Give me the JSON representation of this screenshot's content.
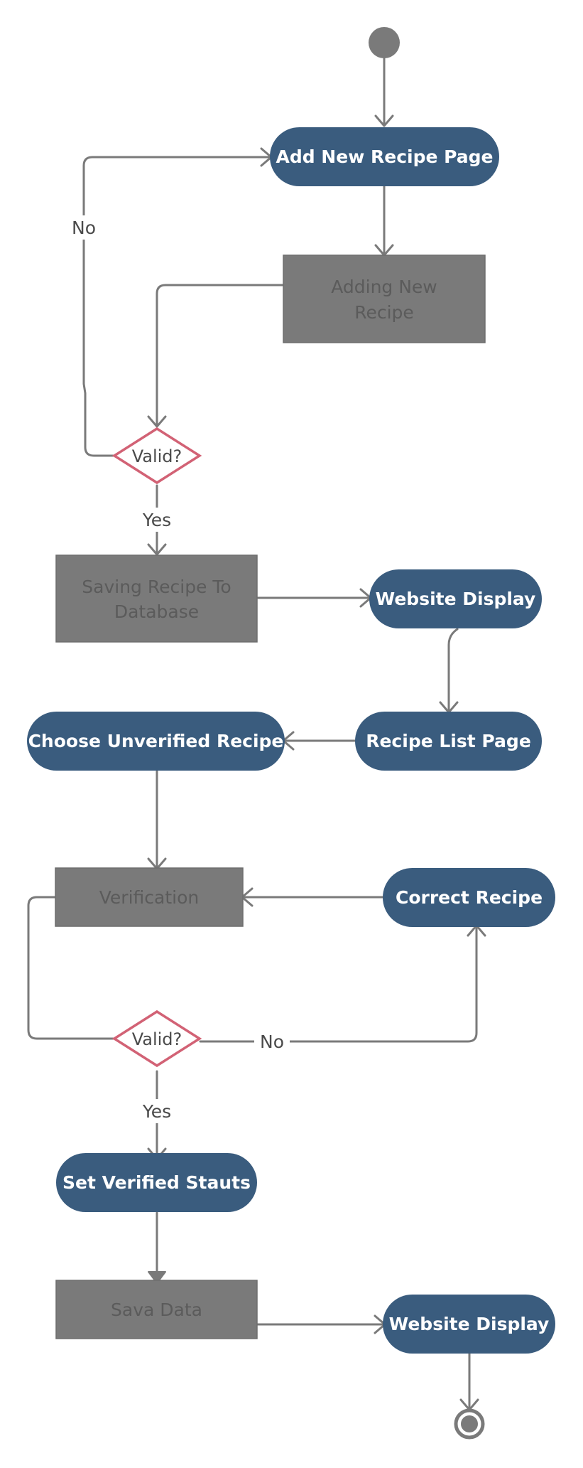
{
  "diagram": {
    "type": "activity-diagram",
    "nodes": {
      "start": {
        "kind": "initial"
      },
      "add_page": {
        "kind": "pill",
        "lines": [
          "Add New Recipe Page"
        ]
      },
      "adding_new": {
        "kind": "rect",
        "lines": [
          "Adding New",
          "Recipe"
        ]
      },
      "valid1": {
        "kind": "decision",
        "lines": [
          "Valid?"
        ]
      },
      "saving": {
        "kind": "rect",
        "lines": [
          "Saving Recipe To",
          "Database"
        ]
      },
      "website1": {
        "kind": "pill",
        "lines": [
          "Website Display"
        ]
      },
      "recipe_list": {
        "kind": "pill",
        "lines": [
          "Recipe List Page"
        ]
      },
      "choose_unverified": {
        "kind": "pill",
        "lines": [
          "Choose Unverified Recipe"
        ]
      },
      "verification": {
        "kind": "rect",
        "lines": [
          "Verification"
        ]
      },
      "correct": {
        "kind": "pill",
        "lines": [
          "Correct Recipe"
        ]
      },
      "valid2": {
        "kind": "decision",
        "lines": [
          "Valid?"
        ]
      },
      "set_verified": {
        "kind": "pill",
        "lines": [
          "Set Verified Stauts"
        ]
      },
      "sava_data": {
        "kind": "rect",
        "lines": [
          "Sava Data"
        ]
      },
      "website2": {
        "kind": "pill",
        "lines": [
          "Website Display"
        ]
      },
      "end": {
        "kind": "final"
      }
    },
    "edge_labels": {
      "no1": "No",
      "yes1": "Yes",
      "no2": "No",
      "yes2": "Yes"
    },
    "colors": {
      "pill": "#3a5c7e",
      "pill_text": "#ffffff",
      "rect": "#7a7a7a",
      "rect_text": "#5b5b5b",
      "decision_border": "#d26275",
      "edge": "#7a7a7a",
      "start": "#7a7a7a"
    }
  }
}
